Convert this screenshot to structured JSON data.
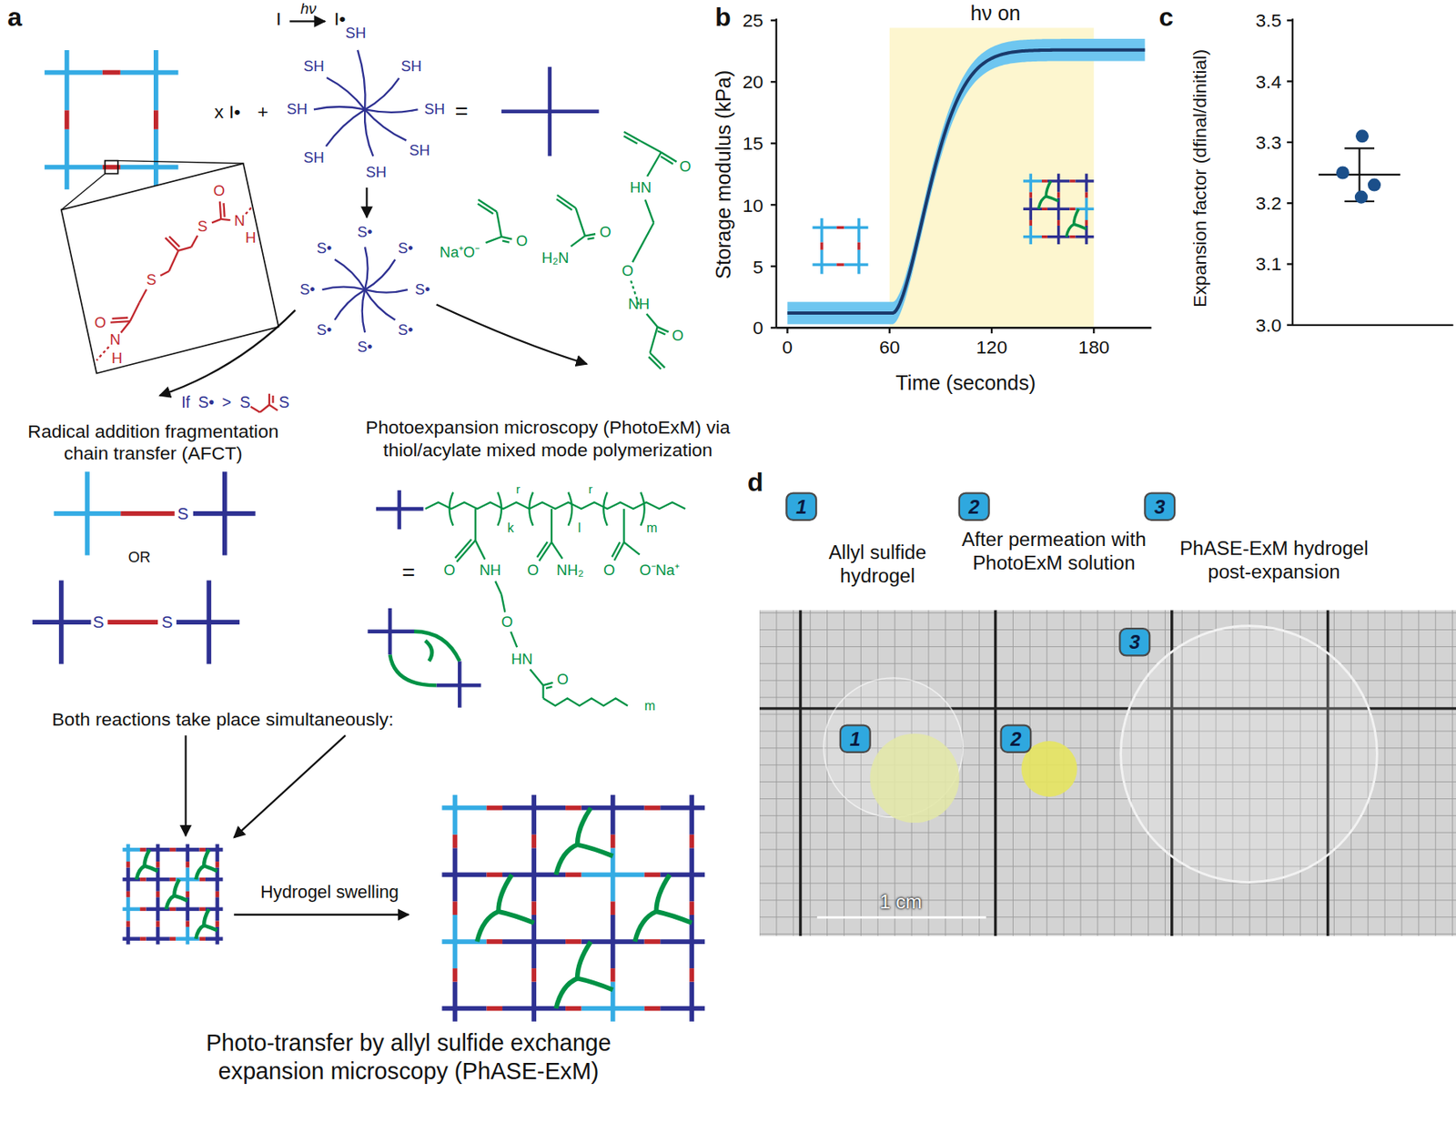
{
  "diagram": {
    "nodes": [
      {
        "text": [
          "1"
        ]
      },
      {
        "text": [
          "2"
        ]
      },
      {
        "text": [
          "3"
        ]
      },
      {
        "text": [
          "3"
        ]
      },
      {
        "text": [
          "1"
        ]
      },
      {
        "text": [
          "2"
        ]
      }
    ],
    "labels": [
      "a",
      "I",
      "hν",
      "I•",
      "x I•",
      "+",
      "SH",
      "SH",
      "SH",
      "SH",
      "SH",
      "SH",
      "SH",
      "SH",
      "S•",
      "S•",
      "S•",
      "S•",
      "S•",
      "S•",
      "S•",
      "S•",
      "=",
      "O",
      "N",
      "H",
      "S",
      "S",
      "O",
      "N",
      "H",
      "If",
      "S•",
      ">",
      "S",
      "S",
      "Radical addition fragmentation chain transfer (AFCT)",
      "S",
      "OR",
      "S",
      "S",
      "Na⁺O⁻",
      "O",
      "O",
      "H₂N",
      "HN",
      "O",
      "O",
      "NH",
      "O",
      "Photoexpansion microscopy (PhotoExM) via thiol/acylate mixed mode polymerization",
      "k",
      "l",
      "m",
      "r",
      "r",
      "O",
      "NH",
      "O",
      "NH₂",
      "O",
      "O⁻Na⁺",
      "O",
      "HN",
      "O",
      "m",
      "=",
      "Both reactions take place simultaneously:",
      "Hydrogel swelling",
      "Photo-transfer by allyl sulfide exchange expansion microscopy (PhASE-ExM)",
      "b",
      "hν on",
      "0",
      "5",
      "10",
      "15",
      "20",
      "25",
      "Storage modulus (kPa)",
      "0",
      "60",
      "120",
      "180",
      "Time (seconds)",
      "c",
      "3.0",
      "3.1",
      "3.2",
      "3.3",
      "3.4",
      "3.5",
      "Expansion factor (dfinal/dinitial)",
      "d",
      "Allyl sulfide hydrogel",
      "After permeation with PhotoExM solution",
      "PhASE-ExM hydrogel post-expansion",
      "1 cm"
    ]
  }
}
